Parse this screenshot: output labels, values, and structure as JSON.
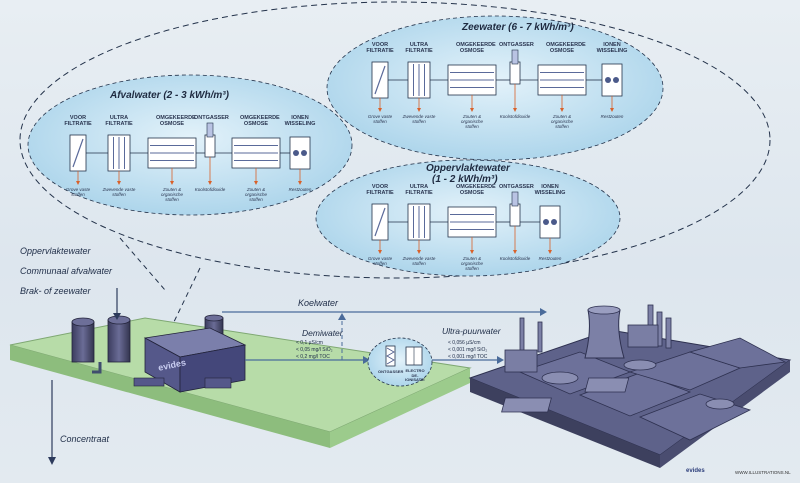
{
  "groups": {
    "afvalwater": {
      "title": "Afvalwater (2 - 3 kWh/m³)",
      "steps": [
        "VOOR FILTRATIE",
        "ULTRA FILTRATIE",
        "OMGEKEERDE OSMOSE",
        "ONTGASSER",
        "OMGEKEERDE OSMOSE",
        "IONEN WISSELING"
      ],
      "outputs": [
        "Grove vaste stoffen",
        "Zwevende vaste stoffen",
        "Zouten & organische stoffen",
        "Koolstofdioxide",
        "Zouten & organische stoffen",
        "Restzouten"
      ]
    },
    "zeewater": {
      "title": "Zeewater (6 - 7 kWh/m³)",
      "steps": [
        "VOOR FILTRATIE",
        "ULTRA FILTRATIE",
        "OMGEKEERDE OSMOSE",
        "ONTGASSER",
        "OMGEKEERDE OSMOSE",
        "IONEN WISSELING"
      ],
      "outputs": [
        "Grove vaste stoffen",
        "Zwevende vaste stoffen",
        "Zouten & organische stoffen",
        "Koolstofdioxide",
        "Zouten & organische stoffen",
        "Restzouten"
      ]
    },
    "oppervlaktewater": {
      "title_line1": "Oppervlaktewater",
      "title_line2": "(1 - 2 kWh/m³)",
      "steps": [
        "VOOR FILTRATIE",
        "ULTRA FILTRATIE",
        "OMGEKEERDE OSMOSE",
        "ONTGASSER",
        "IONEN WISSELING"
      ],
      "outputs": [
        "Grove vaste stoffen",
        "Zwevende vaste stoffen",
        "Zouten & organische stoffen",
        "Koolstofdioxide",
        "Restzouten"
      ]
    }
  },
  "inputs": [
    "Oppervlaktewater",
    "Communaal afvalwater",
    "Brak- of zeewater"
  ],
  "flows": {
    "koelwater": "Koelwater",
    "demiwater": "Demiwater",
    "demi_specs": [
      "< 0,1 µS/cm",
      "< 0,05 mg/l SiO₂",
      "< 0,2 mg/l TOC"
    ],
    "ultrapuur": "Ultra-puurwater",
    "ultra_specs": [
      "< 0,056 µS/cm",
      "< 0,001 mg/l SiO₂",
      "< 0,001 mg/l TOC"
    ],
    "concentraat": "Concentraat"
  },
  "polish": {
    "left": "ONTGASSER",
    "right": "ELECTRO DE-IONISATIE"
  },
  "plant_logo": "evides",
  "credits": {
    "logo": "evides",
    "site": "WWW.ILLUSTRATIONS.NL"
  },
  "colors": {
    "bubble": "#b9dcef",
    "pipe": "#3f4d6e",
    "platform": "#a9d49a",
    "plant": "#5b5f86"
  }
}
